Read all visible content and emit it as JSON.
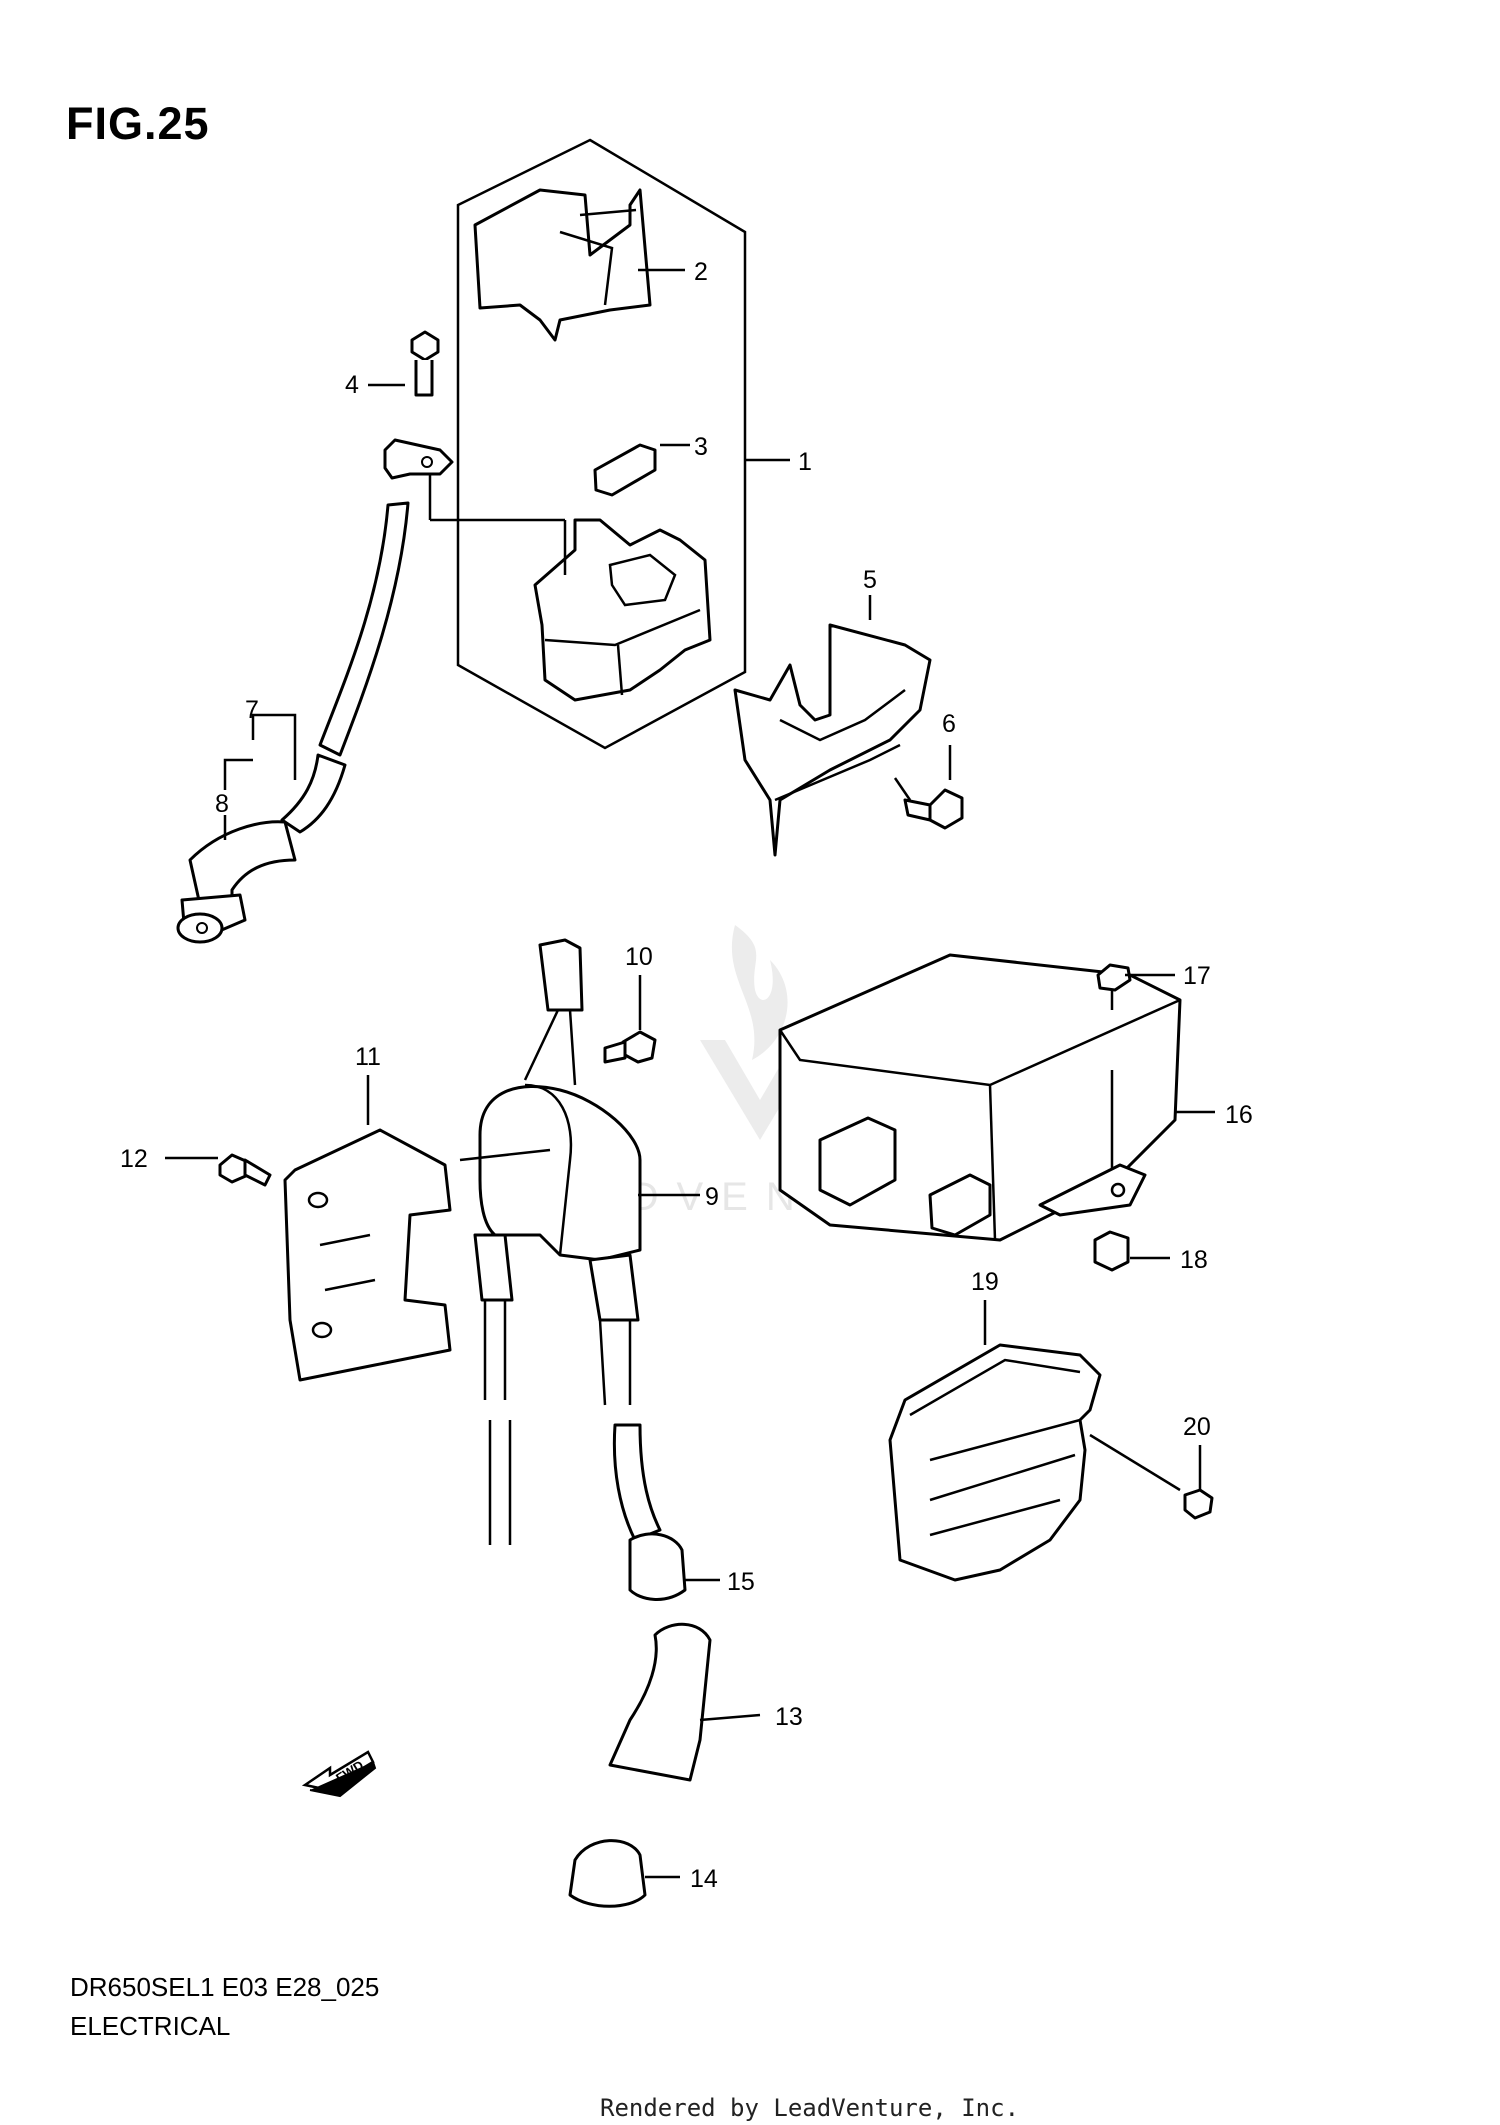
{
  "figure": {
    "title": "FIG.25",
    "code": "DR650SEL1 E03 E28_025",
    "section": "ELECTRICAL"
  },
  "credit": "Rendered by LeadVenture, Inc.",
  "watermark": "LEADVENTURE",
  "fwd_label": "FWD",
  "callouts": [
    "1",
    "2",
    "3",
    "4",
    "5",
    "6",
    "7",
    "8",
    "9",
    "10",
    "11",
    "12",
    "13",
    "14",
    "15",
    "16",
    "17",
    "18",
    "19",
    "20"
  ]
}
